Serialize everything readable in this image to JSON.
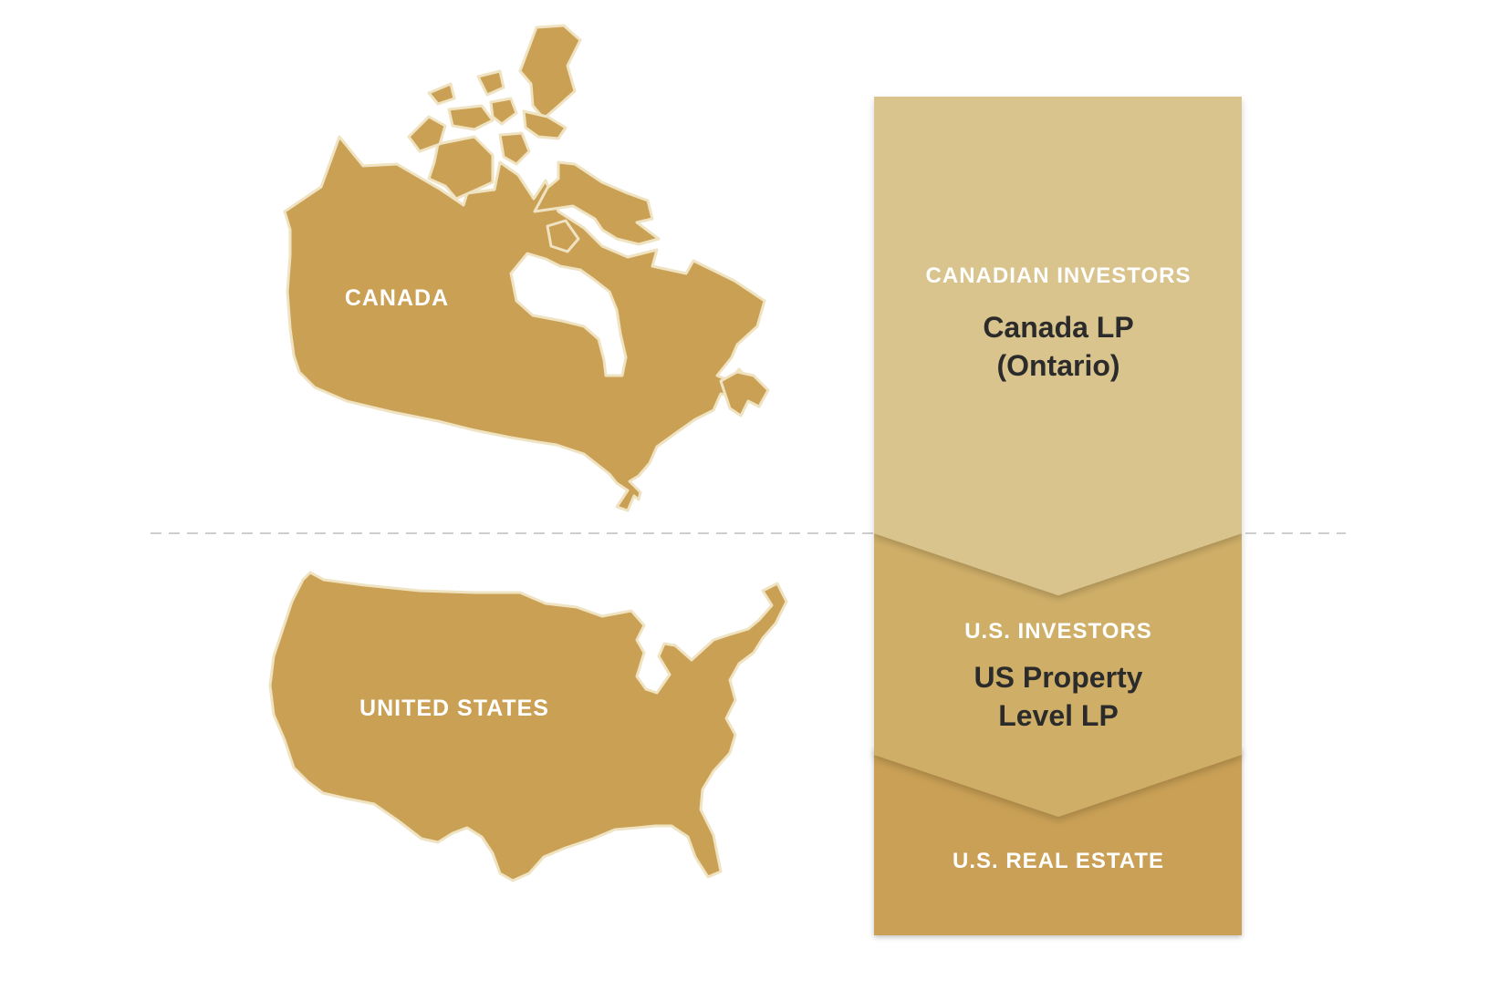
{
  "maps": {
    "canada": {
      "label": "CANADA"
    },
    "us": {
      "label": "UNITED STATES"
    }
  },
  "structure": {
    "tier1": {
      "heading": "CANADIAN INVESTORS",
      "entity_line1": "Canada LP",
      "entity_line2": "(Ontario)"
    },
    "tier2": {
      "heading": "U.S. INVESTORS",
      "entity_line1": "US Property",
      "entity_line2": "Level LP"
    },
    "tier3": {
      "heading": "U.S. REAL ESTATE"
    }
  },
  "colors": {
    "map_fill": "#C9A054",
    "map_stroke": "#EFE3C2",
    "tier1": "#D9C48E",
    "tier2": "#CFAF67",
    "tier3": "#C9A054",
    "divider": "#BDBDBD"
  }
}
